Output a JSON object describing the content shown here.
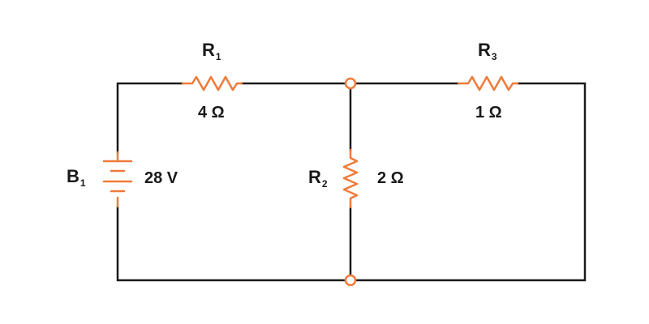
{
  "colors": {
    "wire": "#1a1a1a",
    "component": "#f07a3a",
    "background": "#ffffff"
  },
  "components": {
    "R1": {
      "name": "R",
      "sub": "1",
      "value": "4 Ω"
    },
    "R2": {
      "name": "R",
      "sub": "2",
      "value": "2 Ω"
    },
    "R3": {
      "name": "R",
      "sub": "3",
      "value": "1 Ω"
    },
    "B1": {
      "name": "B",
      "sub": "1",
      "value": "28 V"
    }
  }
}
